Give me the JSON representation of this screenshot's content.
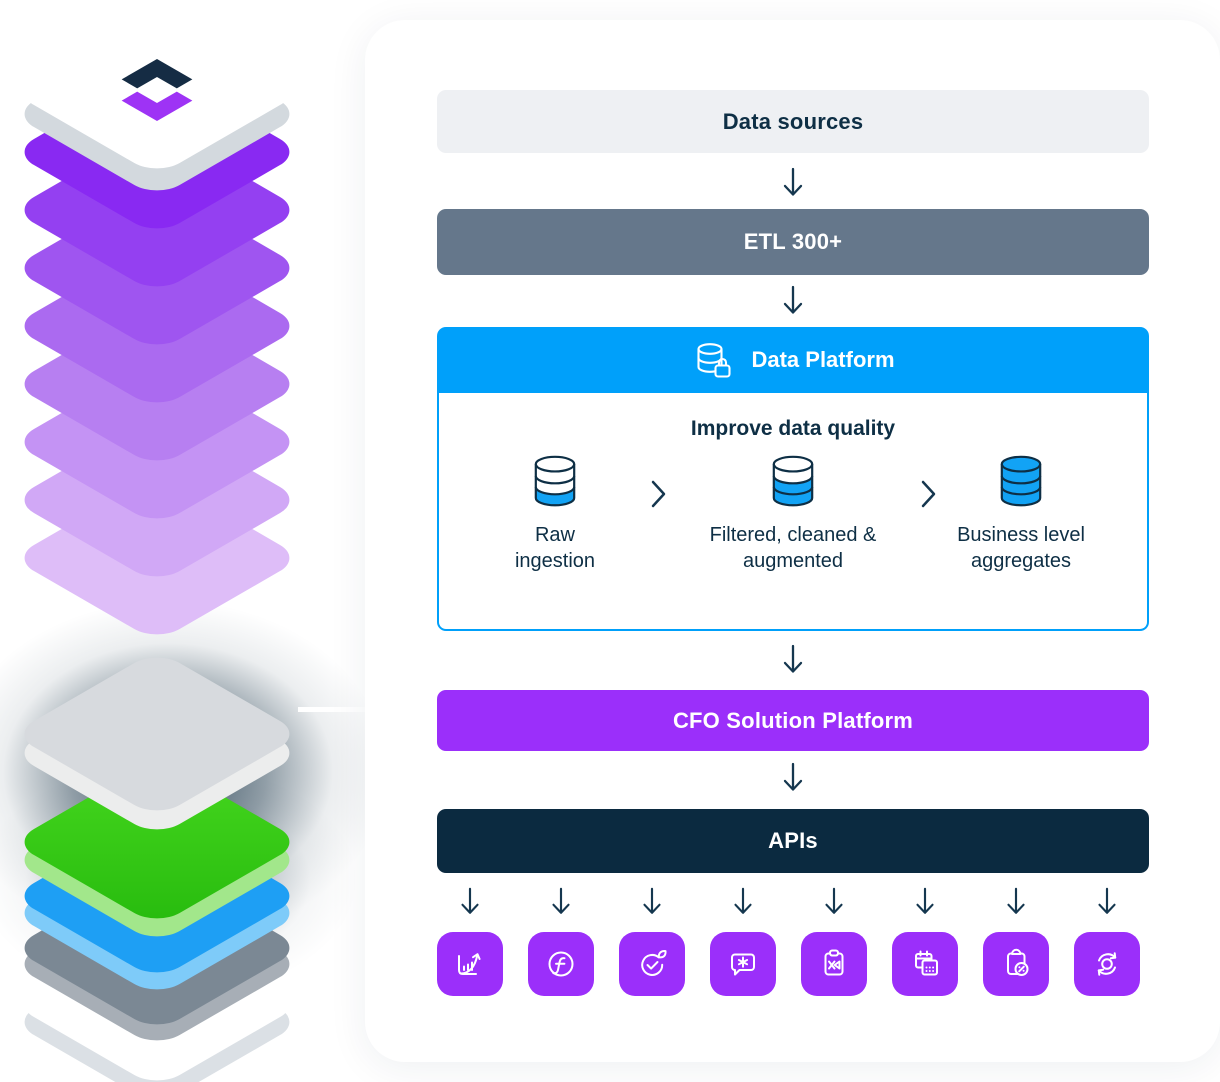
{
  "illustration": {
    "name": "layered-platform-stack",
    "logo": "brand-logo-mark"
  },
  "flow": {
    "data_sources": "Data sources",
    "etl": "ETL 300+",
    "data_platform": {
      "title": "Data Platform",
      "subtitle": "Improve data quality",
      "stages": [
        {
          "label": "Raw ingestion",
          "fill_level": "one-third"
        },
        {
          "label": "Filtered, cleaned & augmented",
          "fill_level": "two-thirds"
        },
        {
          "label": "Business level aggregates",
          "fill_level": "full"
        }
      ]
    },
    "cfo_platform": "CFO Solution Platform",
    "apis": "APIs"
  },
  "api_icons": [
    {
      "name": "performance-chart-icon"
    },
    {
      "name": "function-icon"
    },
    {
      "name": "esg-leaf-check-icon"
    },
    {
      "name": "comment-star-icon"
    },
    {
      "name": "consolidation-clipboard-icon"
    },
    {
      "name": "calendar-icon"
    },
    {
      "name": "tax-clipboard-icon"
    },
    {
      "name": "sync-icon"
    }
  ],
  "colors": {
    "accent-blue": "#00a0fa",
    "accent-purple": "#9b2ffa",
    "navy": "#0b2a40",
    "slate": "#65778b",
    "light-gray": "#eef0f3",
    "text-navy": "#0e2f45",
    "db-fill": "#12a3f5"
  }
}
